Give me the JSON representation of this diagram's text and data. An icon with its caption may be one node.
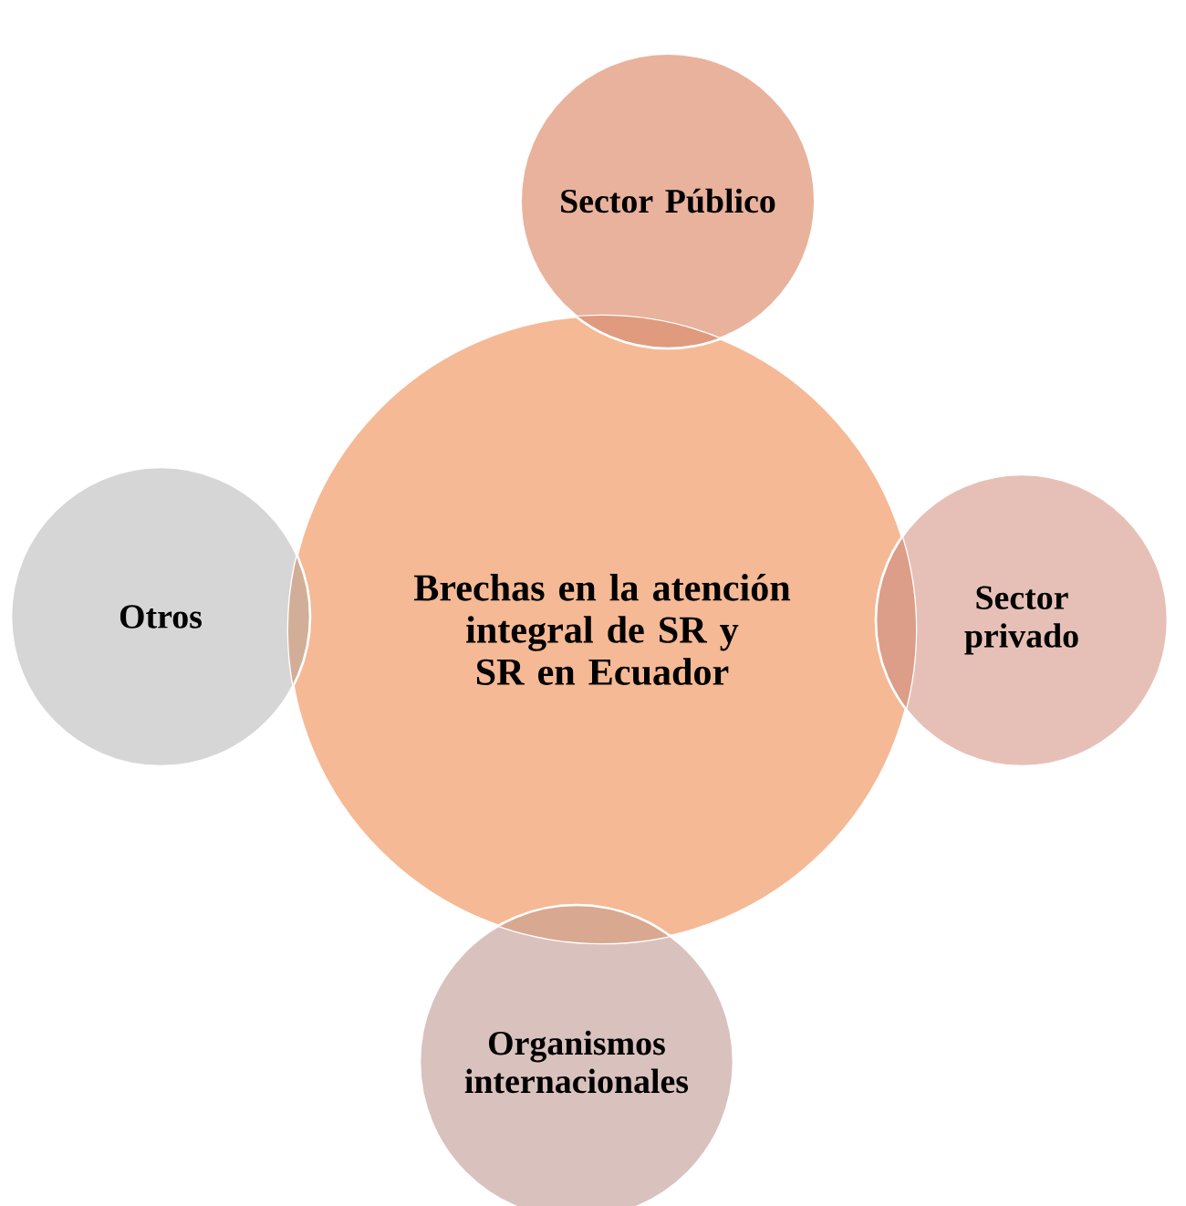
{
  "diagram": {
    "nodes": [
      {
        "text": [
          "Sector Público"
        ]
      },
      {
        "text": [
          "Otros"
        ]
      },
      {
        "text": [
          "Brechas en la atención integral de SR y SR en Ecuador"
        ]
      },
      {
        "text": [
          "Sector privado"
        ]
      },
      {
        "text": [
          "Organismos internacionales"
        ]
      }
    ]
  }
}
